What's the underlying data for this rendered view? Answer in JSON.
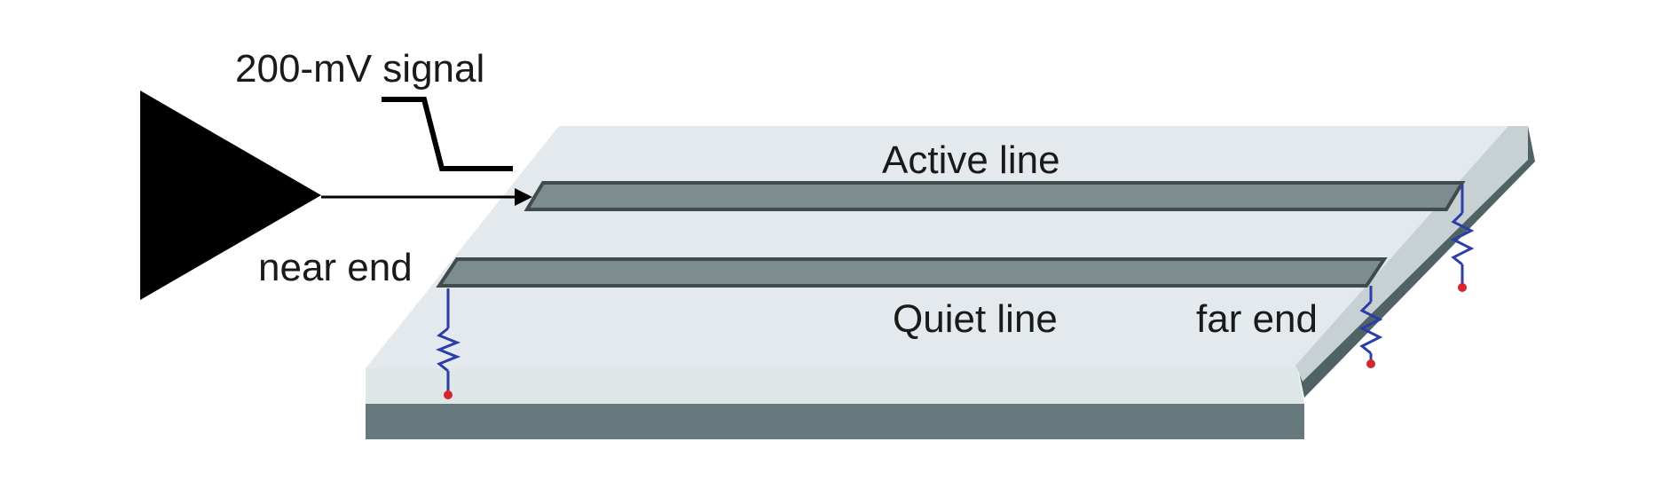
{
  "labels": {
    "signal": "200-mV signal",
    "active_line": "Active line",
    "quiet_line": "Quiet line",
    "near_end": "near end",
    "far_end": "far end"
  },
  "colors": {
    "board_top": "#e3e9ec",
    "board_front": "#65797c",
    "board_side": "#4f6366",
    "trace_fill": "#7d8d8f",
    "trace_edge": "#3f4c4e",
    "resistor": "#2b3ea8",
    "terminal": "#d4262c",
    "driver": "#000000"
  }
}
